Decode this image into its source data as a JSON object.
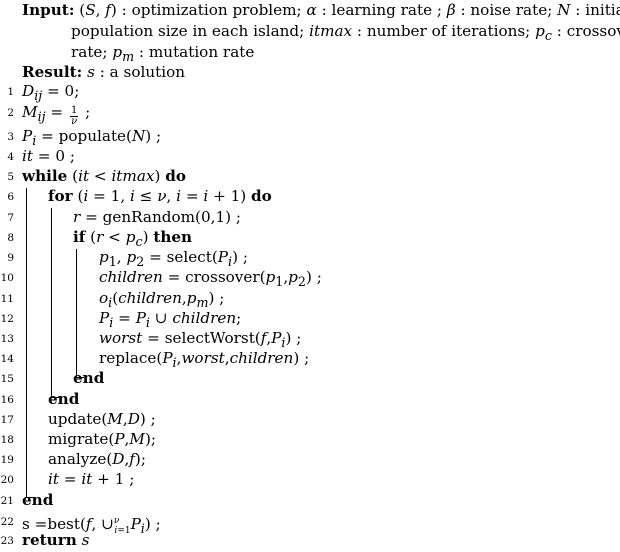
{
  "header": {
    "input_keyword": "Input:",
    "input_line1": "(S, f) : optimization problem; α : learning rate ; β : noise rate; N : initial",
    "input_line2": "population size in each island; itmax : number of iterations; p_c : crossover",
    "input_line3": "rate; p_m : mutation rate",
    "result_keyword": "Result:",
    "result_text": "s : a solution"
  },
  "lines": [
    {
      "n": "1",
      "text": "D_ij = 0;"
    },
    {
      "n": "2",
      "text": "M_ij = 1/ν ;"
    },
    {
      "n": "3",
      "text": "P_i = populate(N) ;"
    },
    {
      "n": "4",
      "text": "it = 0 ;"
    },
    {
      "n": "5",
      "text": "while (it < itmax) do"
    },
    {
      "n": "6",
      "text": "for (i = 1, i ≤ ν, i = i + 1) do"
    },
    {
      "n": "7",
      "text": "r = genRandom(0,1) ;"
    },
    {
      "n": "8",
      "text": "if (r < p_c) then"
    },
    {
      "n": "9",
      "text": "p_1, p_2 = select(P_i) ;"
    },
    {
      "n": "10",
      "text": "children = crossover(p_1,p_2) ;"
    },
    {
      "n": "11",
      "text": "o_i(children,p_m) ;"
    },
    {
      "n": "12",
      "text": "P_i = P_i ∪ children;"
    },
    {
      "n": "13",
      "text": "worst = selectWorst(f,P_i) ;"
    },
    {
      "n": "14",
      "text": "replace(P_i,worst,children) ;"
    },
    {
      "n": "15",
      "text": "end"
    },
    {
      "n": "16",
      "text": "end"
    },
    {
      "n": "17",
      "text": "update(M,D) ;"
    },
    {
      "n": "18",
      "text": "migrate(P,M);"
    },
    {
      "n": "19",
      "text": "analyze(D,f);"
    },
    {
      "n": "20",
      "text": "it = it + 1 ;"
    },
    {
      "n": "21",
      "text": "end"
    },
    {
      "n": "22",
      "text": "s =best(f, ∪_{i=1}^{ν} P_i) ;"
    },
    {
      "n": "23",
      "text": "return s"
    }
  ]
}
